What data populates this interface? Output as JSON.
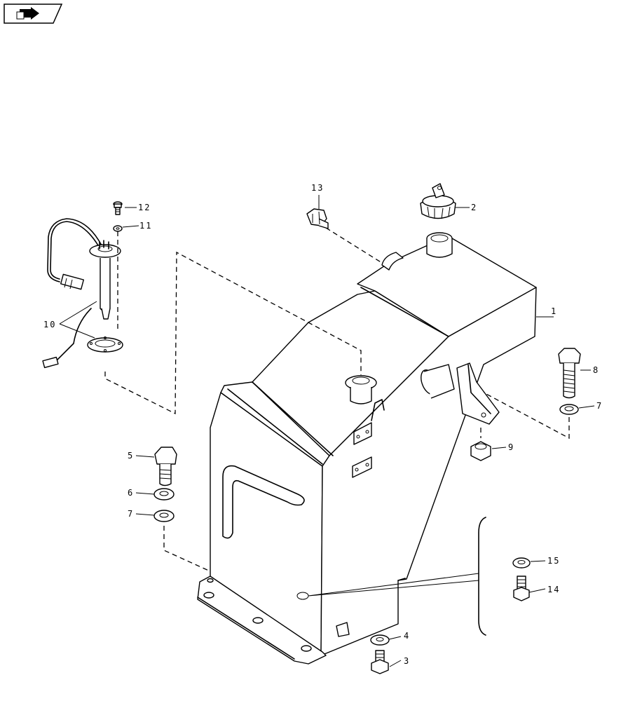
{
  "diagram": {
    "callouts": [
      "1",
      "2",
      "3",
      "4",
      "5",
      "6",
      "7",
      "7",
      "8",
      "9",
      "10",
      "11",
      "12",
      "13",
      "14",
      "15"
    ]
  }
}
